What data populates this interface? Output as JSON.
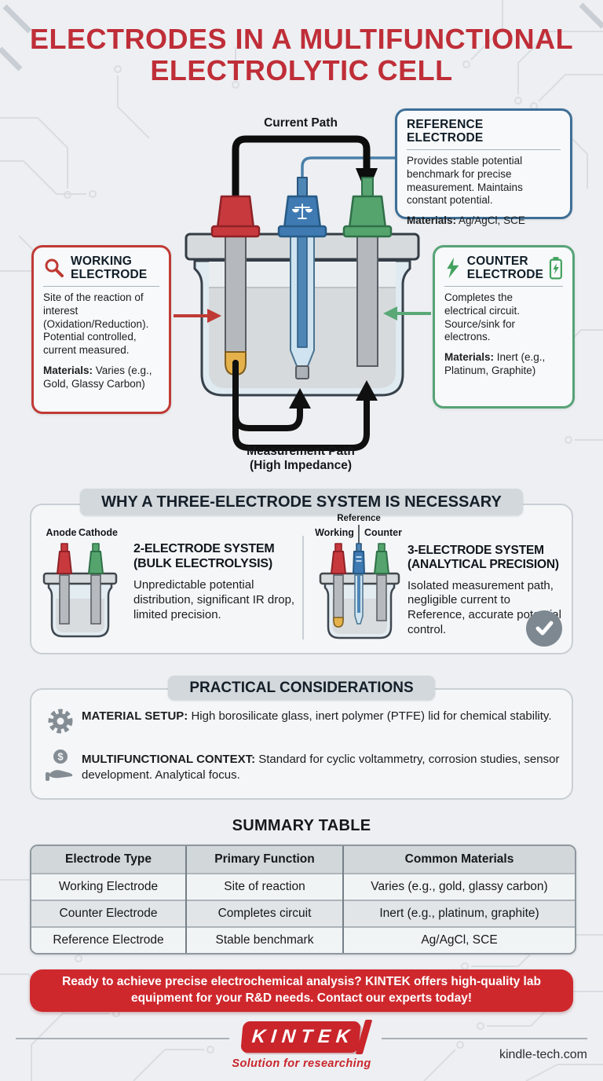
{
  "title": {
    "line1": "ELECTRODES IN A MULTIFUNCTIONAL",
    "line2": "ELECTROLYTIC CELL"
  },
  "colors": {
    "title_red": "#bf2e38",
    "cta_red": "#ce282d",
    "logo_red": "#c9252b",
    "working_red": "#c03a35",
    "reference_blue": "#3e6f96",
    "counter_green": "#57a376",
    "electrode_red_cap": "#c8393d",
    "electrode_blue_cap": "#3f7ab2",
    "electrode_green_cap": "#55a46e",
    "gold_tip": "#e4b14a",
    "wire_black": "#0d0d0d",
    "background": "#edeff2"
  },
  "diagram": {
    "current_path_label": "Current Path",
    "measurement_path_line1": "Measurement Path",
    "measurement_path_line2": "(High Impedance)",
    "reference_box": {
      "title": "REFERENCE ELECTRODE",
      "body": "Provides stable potential benchmark for precise measurement. Maintains constant potential.",
      "materials_label": "Materials:",
      "materials_value": " Ag/AgCl, SCE"
    },
    "working_box": {
      "icon": "magnifier-icon",
      "title_line1": "WORKING",
      "title_line2": "ELECTRODE",
      "body": "Site of the reaction of interest (Oxidation/Reduction). Potential controlled, current measured.",
      "materials_label": "Materials:",
      "materials_value": " Varies (e.g., Gold, Glassy Carbon)"
    },
    "counter_box": {
      "icon_left": "lightning-icon",
      "icon_right": "battery-icon",
      "title_line1": "COUNTER",
      "title_line2": "ELECTRODE",
      "body": "Completes the electrical circuit. Source/sink for electrons.",
      "materials_label": "Materials:",
      "materials_value": " Inert (e.g., Platinum, Graphite)"
    }
  },
  "why_section": {
    "title": "WHY A THREE-ELECTRODE SYSTEM IS NECESSARY",
    "two_electrode": {
      "anode_label": "Anode",
      "cathode_label": "Cathode",
      "heading_line1": "2-ELECTRODE SYSTEM",
      "heading_line2": "(BULK ELECTROLYSIS)",
      "body": "Unpredictable potential distribution, significant IR drop, limited precision."
    },
    "three_electrode": {
      "reference_label": "Reference",
      "working_label": "Working",
      "counter_label": "Counter",
      "heading_line1": "3-ELECTRODE SYSTEM",
      "heading_line2": "(ANALYTICAL PRECISION)",
      "body": "Isolated measurement path, negligible current to Reference, accurate potential control.",
      "badge": "checkmark-icon"
    }
  },
  "practical_section": {
    "title": "PRACTICAL CONSIDERATIONS",
    "items": [
      {
        "icon": "gear-icon",
        "label": "MATERIAL SETUP:",
        "text": " High borosilicate glass, inert polymer (PTFE) lid for chemical stability."
      },
      {
        "icon": "hand-coin-icon",
        "label": "MULTIFUNCTIONAL CONTEXT:",
        "text": " Standard for cyclic voltammetry, corrosion studies, sensor development. Analytical focus."
      }
    ]
  },
  "summary_table": {
    "title": "SUMMARY TABLE",
    "headers": [
      "Electrode Type",
      "Primary Function",
      "Common Materials"
    ],
    "rows": [
      [
        "Working Electrode",
        "Site of reaction",
        "Varies (e.g., gold, glassy carbon)"
      ],
      [
        "Counter Electrode",
        "Completes circuit",
        "Inert (e.g., platinum, graphite)"
      ],
      [
        "Reference Electrode",
        "Stable benchmark",
        "Ag/AgCl, SCE"
      ]
    ]
  },
  "cta": {
    "text": "Ready to achieve precise electrochemical analysis? KINTEK offers high-quality lab equipment for your R&D needs. Contact our experts today!"
  },
  "footer": {
    "logo_text": "KINTEK",
    "tagline": "Solution for researching",
    "website": "kindle-tech.com"
  }
}
